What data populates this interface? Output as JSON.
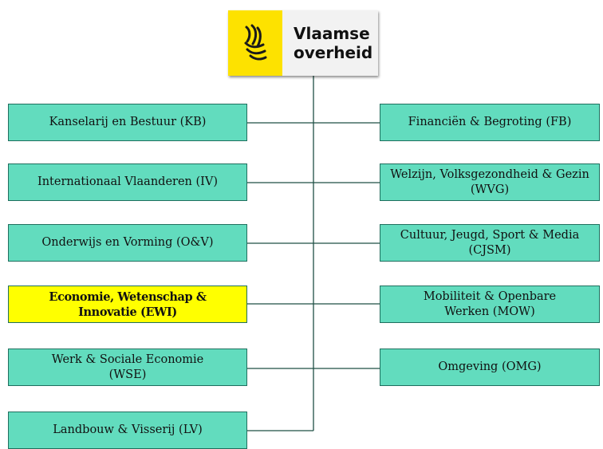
{
  "logo": {
    "line1": "Vlaamse",
    "line2": "overheid",
    "icon": "flemish-lion-icon"
  },
  "departments_left": [
    {
      "label": "Kanselarij  en Bestuur  (KB)",
      "highlighted": false
    },
    {
      "label": "Internationaal  Vlaanderen  (IV)",
      "highlighted": false
    },
    {
      "label": "Onderwijs  en Vorming  (O&V)",
      "highlighted": false
    },
    {
      "label": "Economie, Wetenschap & Innovatie (EWI)",
      "highlighted": true
    },
    {
      "label": "Werk & Sociale Economie (WSE)",
      "highlighted": false
    },
    {
      "label": "Landbouw  & Visserij  (LV)",
      "highlighted": false
    }
  ],
  "departments_right": [
    {
      "label": "Financiën  & Begroting  (FB)"
    },
    {
      "label": "Welzijn,  Volksgezondheid  & Gezin  (WVG)"
    },
    {
      "label": "Cultuur,  Jeugd,  Sport  & Media (CJSM)"
    },
    {
      "label": "Mobiliteit  & Openbare Werken  (MOW)"
    },
    {
      "label": "Omgeving  (OMG)"
    }
  ],
  "colors": {
    "box_fill": "#62dcbe",
    "highlight_fill": "#ffff00",
    "logo_yellow": "#fde200",
    "line": "#1f4f45"
  }
}
